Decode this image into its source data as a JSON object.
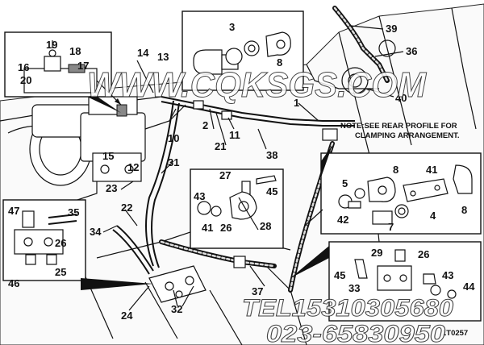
{
  "note": {
    "line1": "NOTE:SEE REAR PROFILE FOR",
    "line2": "CLAMPING ARRANGEMENT."
  },
  "watermark": {
    "site": "WWW.CQKSGS.COM",
    "tel": "TEL15310305680",
    "phone": "023-65830950"
  },
  "figure_code": "1T0257",
  "callouts": {
    "main": [
      "13",
      "1",
      "2",
      "21",
      "11",
      "10",
      "31",
      "38",
      "12",
      "15",
      "23",
      "22",
      "34",
      "37",
      "24",
      "32",
      "39",
      "36",
      "40",
      "14"
    ],
    "top_left": [
      "19",
      "18",
      "16",
      "17",
      "20"
    ],
    "top_center": [
      "3",
      "8"
    ],
    "mid_inset": [
      "27",
      "43",
      "45",
      "41",
      "26",
      "28"
    ],
    "right_upper": [
      "5",
      "8",
      "41",
      "42",
      "7",
      "4",
      "8"
    ],
    "right_lower": [
      "29",
      "26",
      "45",
      "43",
      "33",
      "44"
    ],
    "left_lower": [
      "47",
      "35",
      "26",
      "25",
      "46"
    ]
  }
}
